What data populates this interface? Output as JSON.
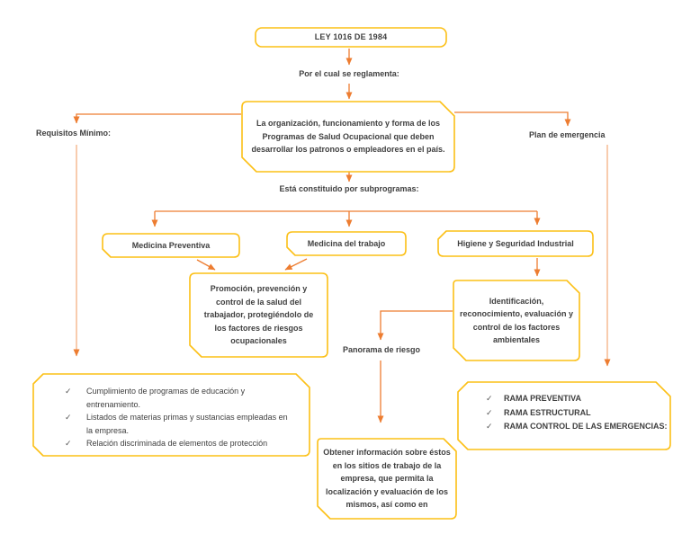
{
  "title_box": "LEY 1016 DE 1984",
  "labels": {
    "reglamenta": "Por el cual se reglamenta:",
    "requisitos": "Requisitos Mínimo:",
    "plan_emergencia": "Plan de emergencia",
    "subprogramas": "Está constituido por subprogramas:",
    "panorama": "Panorama de riesgo"
  },
  "nodes": {
    "organizacion": "La organización, funcionamiento y forma de los Programas de Salud Ocupacional que deben desarrollar los patronos o empleadores en el país.",
    "medicina_preventiva": "Medicina Preventiva",
    "medicina_trabajo": "Medicina del trabajo",
    "higiene": "Higiene y Seguridad Industrial",
    "promocion": "Promoción, prevención y control de la salud del trabajador, protegiéndolo de los factores de riesgos ocupacionales",
    "identificacion": "Identificación, reconocimiento, evaluación y control de los factores ambientales",
    "obtener": "Obtener información sobre éstos en los sitios de trabajo de la empresa, que permita la localización y evaluación de los mismos, así como en"
  },
  "checklists": {
    "requisitos_items": [
      "Cumplimiento de programas de educación y entrenamiento.",
      "Listados de materias primas y sustancias empleadas en la empresa.",
      "Relación discriminada de elementos de protección"
    ],
    "rama_items": [
      "RAMA PREVENTIVA",
      "RAMA ESTRUCTURAL",
      "RAMA CONTROL DE LAS EMERGENCIAS:"
    ]
  },
  "icons": {
    "check": "✓"
  },
  "colors": {
    "border": "#FCC017",
    "arrow": "#ED7D31",
    "arrow_light": "#F5B183",
    "text": "#3F3F3F",
    "check": "#555555"
  }
}
